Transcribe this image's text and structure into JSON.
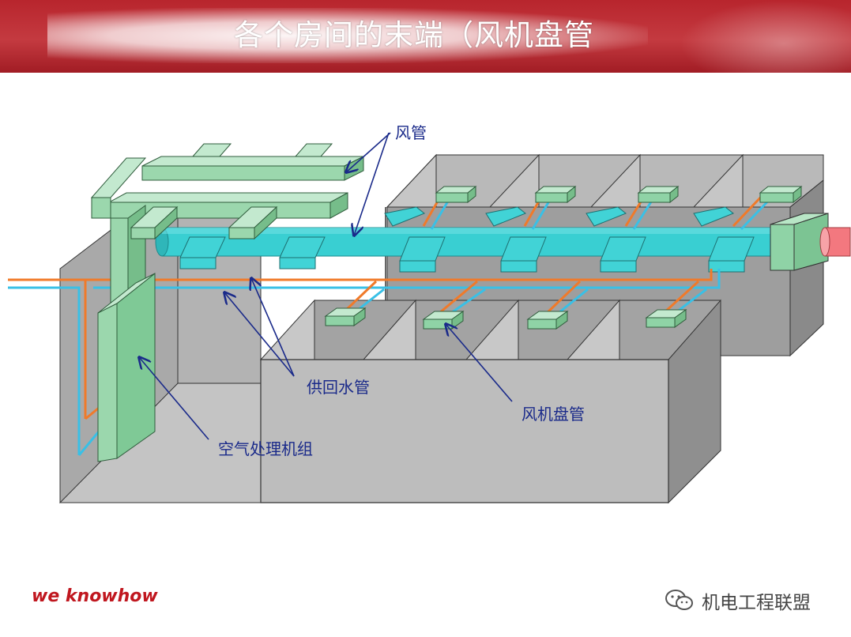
{
  "header": {
    "title": "各个房间的末端（风机盘管"
  },
  "labels": {
    "duct": "风管",
    "water_pipe": "供回水管",
    "fan_coil": "风机盘管",
    "ahu": "空气处理机组"
  },
  "footer": {
    "brand": "we knowhow",
    "watermark": "机电工程联盟",
    "watermark_icon": "wechat-icon"
  },
  "colors": {
    "header_red": "#b8252d",
    "duct_cyan": "#39cfd2",
    "unit_green": "#8fd3a6",
    "supply_pipe": "#f07a2a",
    "return_pipe": "#39c0e6",
    "room_gray": "#a7a7a7",
    "label_blue": "#1a2a8a"
  }
}
